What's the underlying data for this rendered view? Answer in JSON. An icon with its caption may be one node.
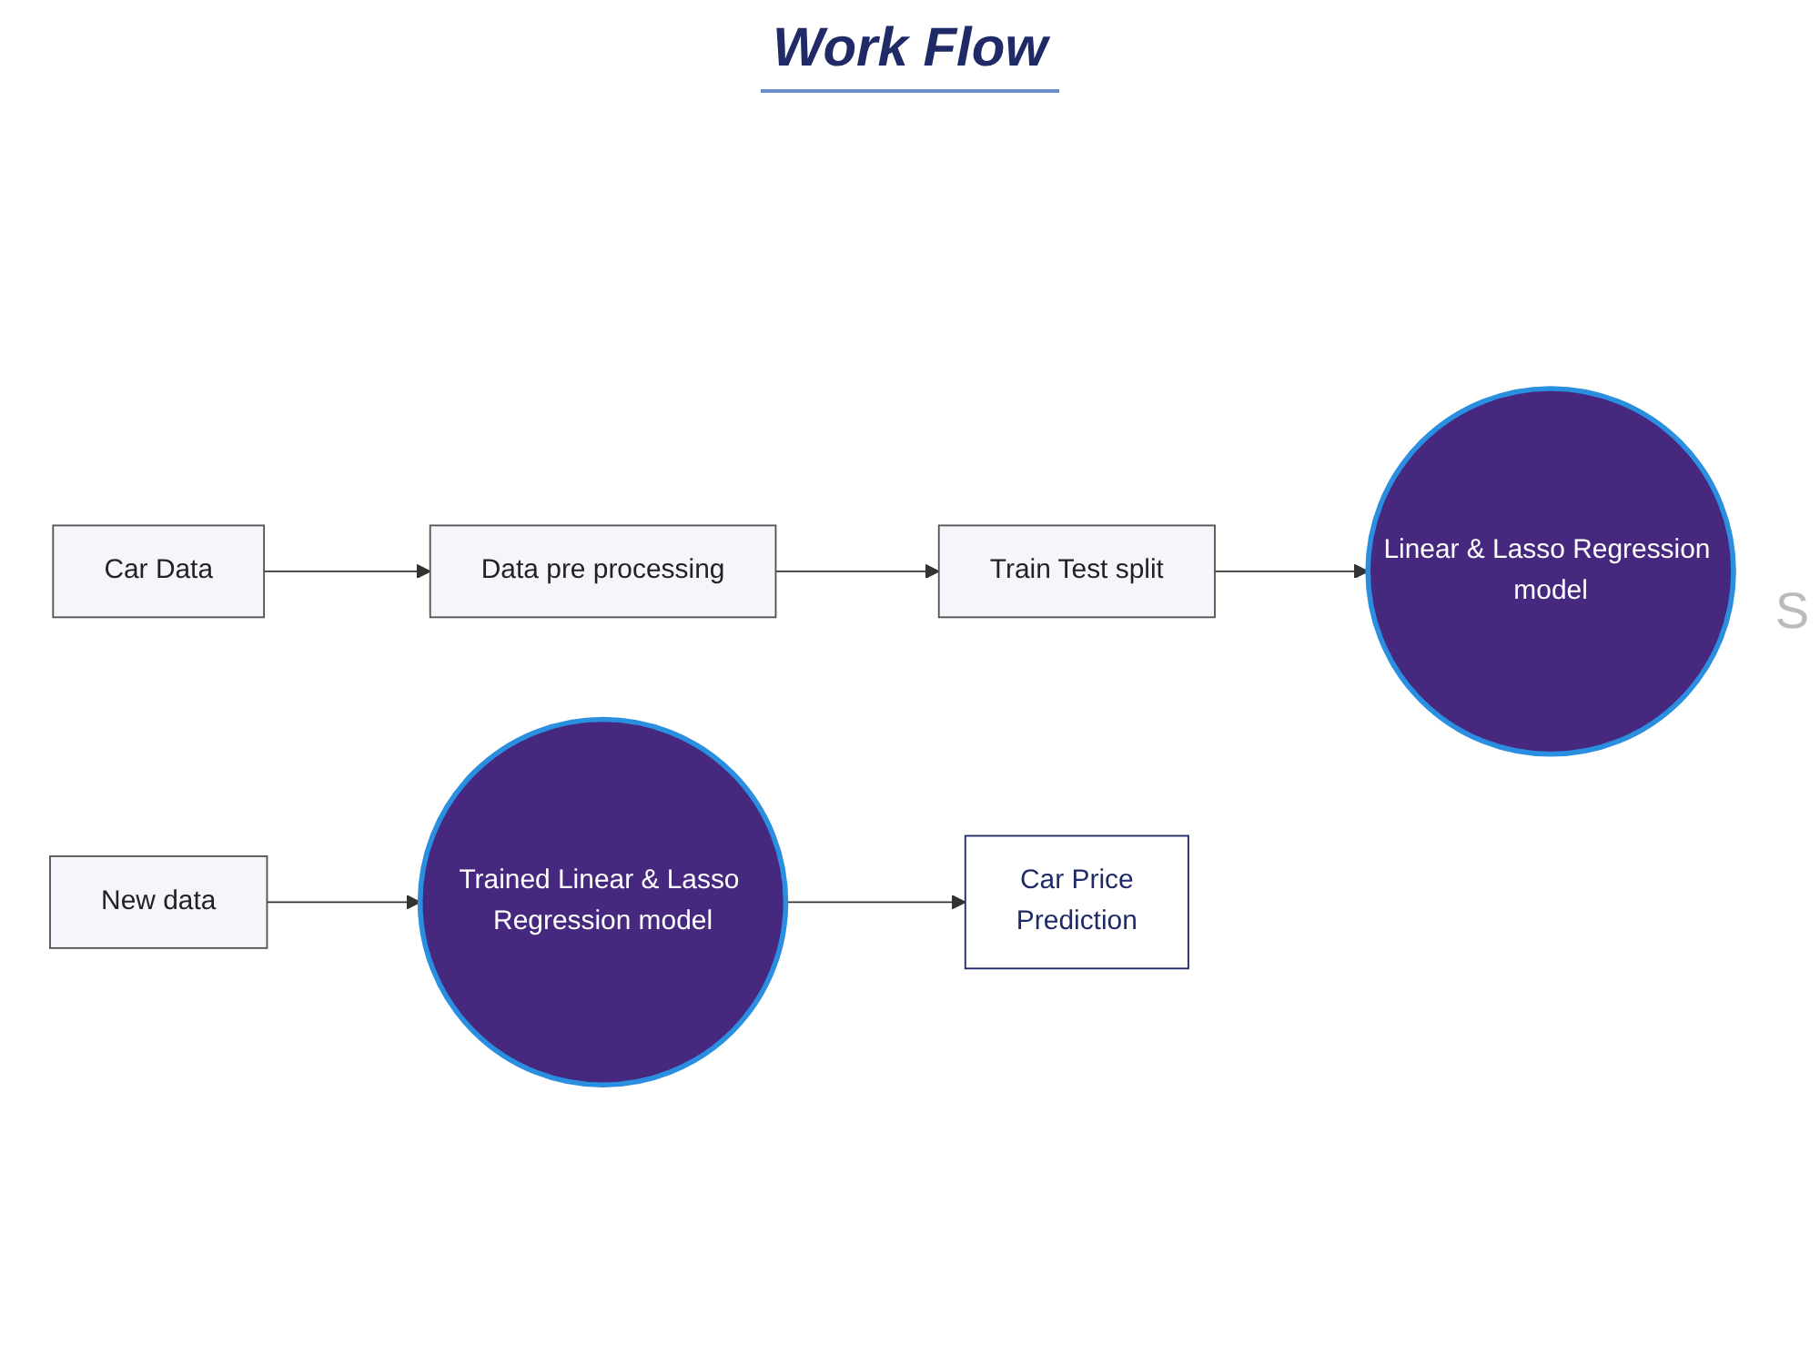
{
  "diagram": {
    "title": "Work Flow",
    "nodes": [
      {
        "text": [
          "Car Data"
        ]
      },
      {
        "text": [
          "Data pre processing"
        ]
      },
      {
        "text": [
          "Train Test split"
        ]
      },
      {
        "text": [
          "Linear & Lasso Regression model"
        ]
      },
      {
        "text": [
          "New data"
        ]
      },
      {
        "text": [
          "Trained Linear & Lasso Regression model"
        ]
      },
      {
        "text": [
          "Car Price",
          "Prediction"
        ]
      }
    ],
    "edges": [
      {
        "from": 0,
        "to": 1,
        "arrow": "to"
      },
      {
        "from": 1,
        "to": 2,
        "arrow": "to"
      },
      {
        "from": 2,
        "to": 3,
        "arrow": "to"
      },
      {
        "from": 4,
        "to": 5,
        "arrow": "to"
      },
      {
        "from": 5,
        "to": 6,
        "arrow": "to"
      }
    ],
    "labels": [
      "S"
    ]
  }
}
